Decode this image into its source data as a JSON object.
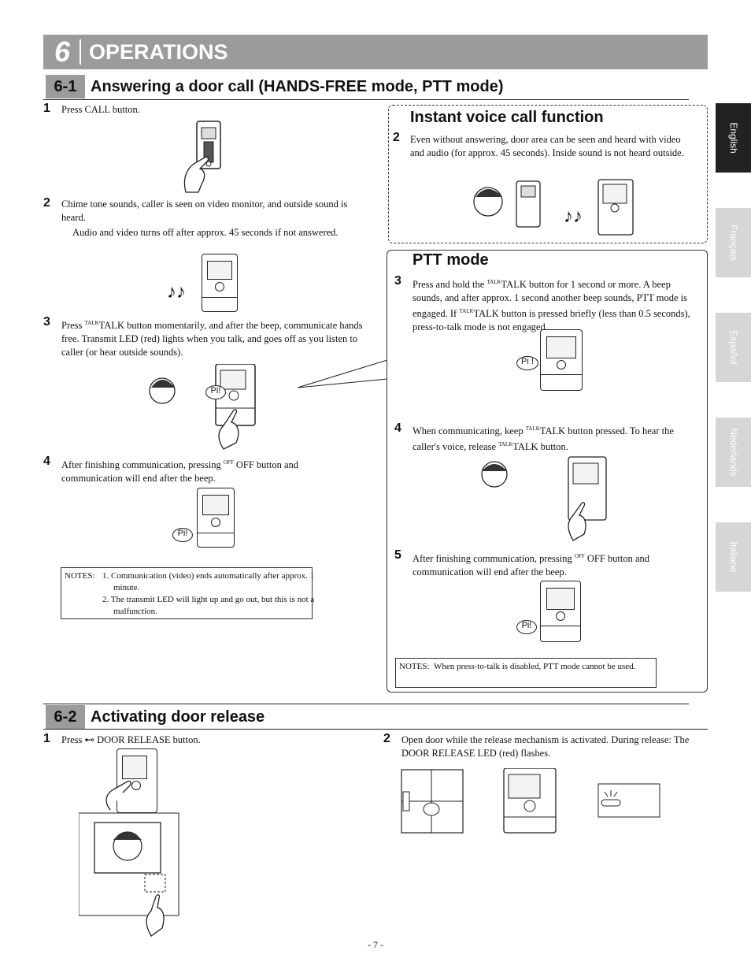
{
  "chapter": {
    "number": "6",
    "title": "OPERATIONS"
  },
  "section1": {
    "number": "6-1",
    "title": "Answering a door call (HANDS-FREE mode, PTT mode)"
  },
  "section2": {
    "number": "6-2",
    "title": "Activating door release"
  },
  "tabs": [
    "English",
    "Français",
    "Español",
    "Nederlands",
    "Italiano"
  ],
  "left": {
    "s1": {
      "num": "1",
      "text": "Press CALL button."
    },
    "s2": {
      "num": "2",
      "text": "Chime tone sounds, caller is seen on video monitor, and outside sound is heard.",
      "text2": "Audio and video turns off after approx. 45 seconds if not answered."
    },
    "s3": {
      "num": "3",
      "pre": "Press ",
      "post": "TALK button momentarily, and after the beep, communicate hands free. Transmit LED (red) lights when you talk, and goes off as you listen to caller (or hear outside sounds)."
    },
    "s4": {
      "num": "4",
      "pre": "After finishing communication, pressing ",
      "post": "OFF button and communication will end after the beep."
    },
    "notes": {
      "label": "NOTES:",
      "n1": "1. Communication (video) ends automatically after approx. 1 minute.",
      "n2": "2. The transmit LED will light up and go out, but this is not a malfunction."
    }
  },
  "instant": {
    "title": "Instant voice call function",
    "num": "2",
    "text": "Even without answering, door area can be seen and heard with video and audio (for approx. 45 seconds). Inside sound is not heard outside."
  },
  "ptt": {
    "title": "PTT mode",
    "s3": {
      "num": "3",
      "pre": "Press and hold the ",
      "post": "TALK button for 1 second or more. A beep sounds, and after approx. 1 second another beep sounds, PTT mode is engaged. If ",
      "post2": "TALK button is pressed briefly (less than 0.5 seconds), press-to-talk mode is not engaged."
    },
    "s4": {
      "num": "4",
      "pre": "When communicating, keep ",
      "mid": "TALK button pressed. To hear the caller's voice, release ",
      "post": "TALK button."
    },
    "s5": {
      "num": "5",
      "pre": "After finishing communication, pressing ",
      "post": "OFF button and communication will end after the beep."
    },
    "notes": {
      "label": "NOTES:",
      "text": "When press-to-talk is disabled, PTT mode cannot be used."
    }
  },
  "release": {
    "s1": {
      "num": "1",
      "pre": "Press ",
      "post": "DOOR RELEASE button."
    },
    "s2": {
      "num": "2",
      "text": "Open door while the release mechanism is activated. During release: The DOOR RELEASE LED (red) flashes."
    }
  },
  "icons": {
    "talk": "TALK",
    "off": "OFF",
    "pi": "Pi!",
    "pi_spaced": "Pi !"
  },
  "page_number": "- 7 -"
}
